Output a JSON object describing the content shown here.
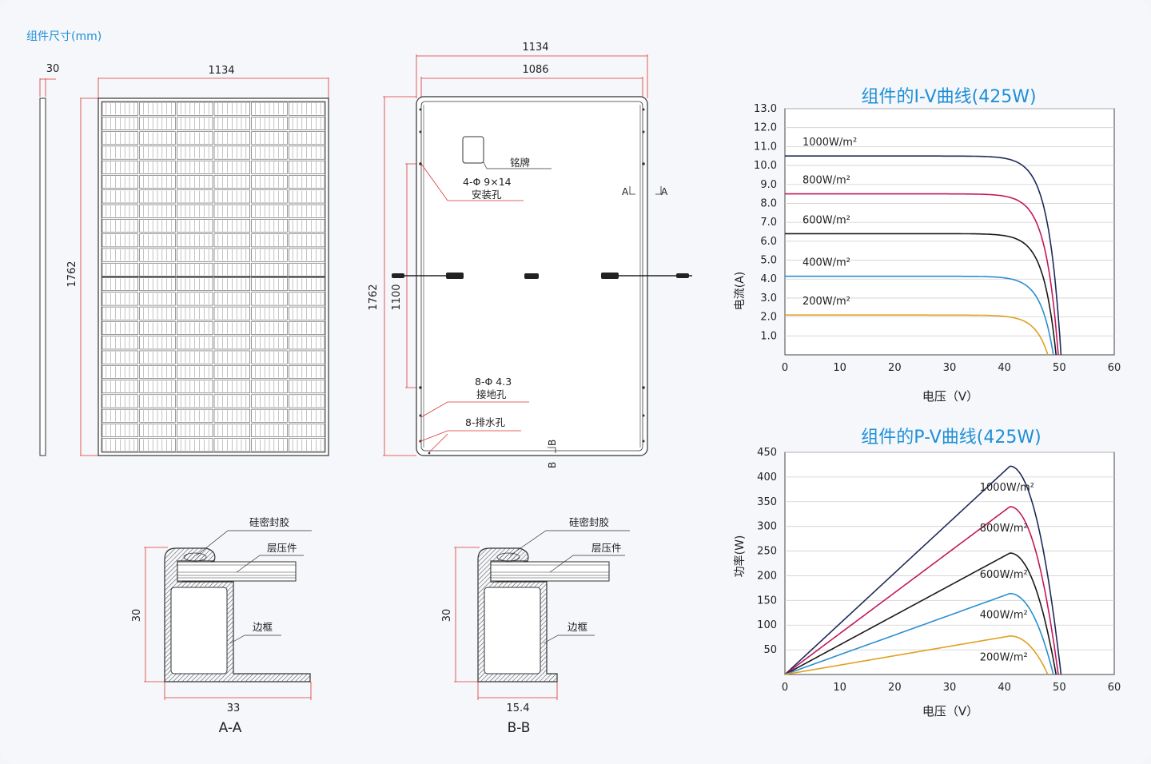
{
  "section_title": "组件尺寸(mm)",
  "side_view": {
    "thickness": "30"
  },
  "front_view": {
    "width": "1134",
    "height": "1762"
  },
  "back_view": {
    "overall_width": "1134",
    "inner_width": "1086",
    "height": "1762",
    "hole_spacing": "1100",
    "nameplate_label": "铭牌",
    "mounting_holes_spec": "4-Φ 9×14",
    "mounting_holes_label": "安装孔",
    "grounding_holes_spec": "8-Φ 4.3",
    "grounding_holes_label": "接地孔",
    "drain_holes_label": "8-排水孔",
    "section_a_marker": "A",
    "section_b_marker": "B"
  },
  "section_aa": {
    "title": "A-A",
    "height": "30",
    "width": "33",
    "sealant_label": "硅密封胶",
    "laminate_label": "层压件",
    "frame_label": "边框"
  },
  "section_bb": {
    "title": "B-B",
    "height": "30",
    "width": "15.4",
    "sealant_label": "硅密封胶",
    "laminate_label": "层压件",
    "frame_label": "边框"
  },
  "chart_data": [
    {
      "type": "line",
      "title": "组件的I-V曲线(425W)",
      "xlabel": "电压（V）",
      "ylabel": "电流(A)",
      "xlim": [
        0,
        60
      ],
      "ylim": [
        0,
        13
      ],
      "x_ticks": [
        "0",
        "10",
        "20",
        "30",
        "40",
        "50",
        "60"
      ],
      "y_ticks": [
        "1.0",
        "2.0",
        "3.0",
        "4.0",
        "5.0",
        "6.0",
        "7.0",
        "8.0",
        "9.0",
        "10.0",
        "11.0",
        "12.0",
        "13.0"
      ],
      "grid": true,
      "series": [
        {
          "name": "1000W/m²",
          "color": "#1e2a5a",
          "isc": 10.5,
          "voc": 50.3
        },
        {
          "name": "800W/m²",
          "color": "#c2185b",
          "isc": 8.5,
          "voc": 49.8
        },
        {
          "name": "600W/m²",
          "color": "#1a1a1a",
          "isc": 6.4,
          "voc": 49.4
        },
        {
          "name": "400W/m²",
          "color": "#2a8fd0",
          "isc": 4.15,
          "voc": 48.9
        },
        {
          "name": "200W/m²",
          "color": "#e0a020",
          "isc": 2.1,
          "voc": 47.9
        }
      ]
    },
    {
      "type": "line",
      "title": "组件的P-V曲线(425W)",
      "xlabel": "电压（V）",
      "ylabel": "功率(W)",
      "xlim": [
        0,
        60
      ],
      "ylim": [
        0,
        450
      ],
      "x_ticks": [
        "0",
        "10",
        "20",
        "30",
        "40",
        "50",
        "60"
      ],
      "y_ticks": [
        "50",
        "100",
        "150",
        "200",
        "250",
        "300",
        "350",
        "400",
        "450"
      ],
      "grid": true,
      "series": [
        {
          "name": "1000W/m²",
          "color": "#1e2a5a",
          "pmax": 422,
          "vmp": 41.0,
          "voc": 50.3
        },
        {
          "name": "800W/m²",
          "color": "#c2185b",
          "pmax": 340,
          "vmp": 41.0,
          "voc": 49.8
        },
        {
          "name": "600W/m²",
          "color": "#1a1a1a",
          "pmax": 246,
          "vmp": 41.0,
          "voc": 49.4
        },
        {
          "name": "400W/m²",
          "color": "#2a8fd0",
          "pmax": 164,
          "vmp": 41.0,
          "voc": 48.9
        },
        {
          "name": "200W/m²",
          "color": "#e0a020",
          "pmax": 78,
          "vmp": 41.0,
          "voc": 47.9
        }
      ]
    }
  ]
}
